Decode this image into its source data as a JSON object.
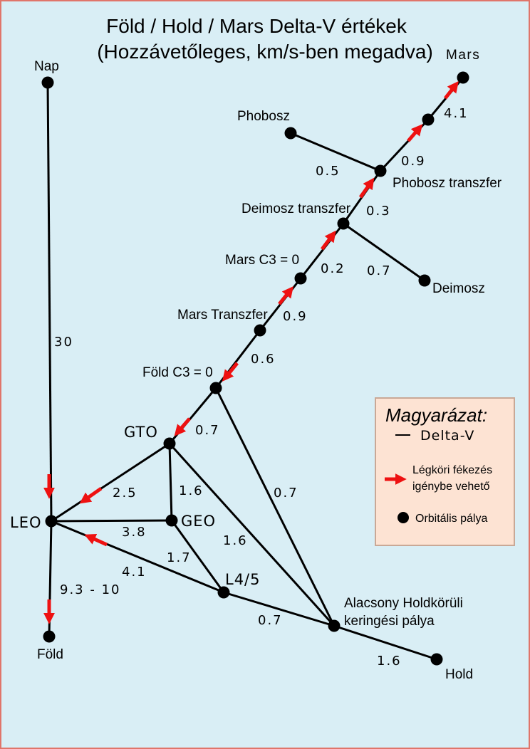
{
  "title": {
    "line1": "Föld / Hold / Mars Delta-V értékek",
    "line2": "(Hozzávetőleges, km/s-ben megadva)"
  },
  "colors": {
    "background": "#d9eef5",
    "border": "#e0756a",
    "arrow": "#ee1111",
    "edge": "#000000",
    "legend_bg": "#fde3d3"
  },
  "nodes": {
    "nap": "Nap",
    "leo": "LEO",
    "fold": "Föld",
    "gto": "GTO",
    "geo": "GEO",
    "l45": "L4/5",
    "fold_c3": "Föld C3 = 0",
    "mars_transzfer": "Mars Transzfer",
    "mars_c3": "Mars C3 = 0",
    "deimosz_transzfer": "Deimosz transzfer",
    "deimosz": "Deimosz",
    "phobosz_transzfer": "Phobosz transzfer",
    "phobosz": "Phobosz",
    "mars": "Mars",
    "llo_line1": "Alacsony Holdkörüli",
    "llo_line2": "keringési pálya",
    "hold": "Hold"
  },
  "edges": {
    "nap_leo": "30",
    "leo_fold": "9.3 - 10",
    "leo_gto": "2.5",
    "leo_geo": "3.8",
    "leo_l45": "4.1",
    "gto_geo": "1.6",
    "gto_foldc3": "0.7",
    "geo_l45": "1.7",
    "gto_llo": "1.6",
    "foldc3_llo": "0.7",
    "l45_llo": "0.7",
    "llo_hold": "1.6",
    "foldc3_marstr": "0.6",
    "marstr_marsc3": "0.9",
    "marsc3_deimtr": "0.2",
    "deimtr_deim": "0.7",
    "deimtr_photr": "0.3",
    "photr_phob": "0.5",
    "photr_mars_a": "0.9",
    "photr_mars_b": "4.1"
  },
  "legend": {
    "title": "Magyarázat:",
    "delta_v": "Delta-V",
    "aerobrake_line1": "Légköri fékezés",
    "aerobrake_line2": "igénybe vehető",
    "orbit": "Orbitális pálya"
  }
}
